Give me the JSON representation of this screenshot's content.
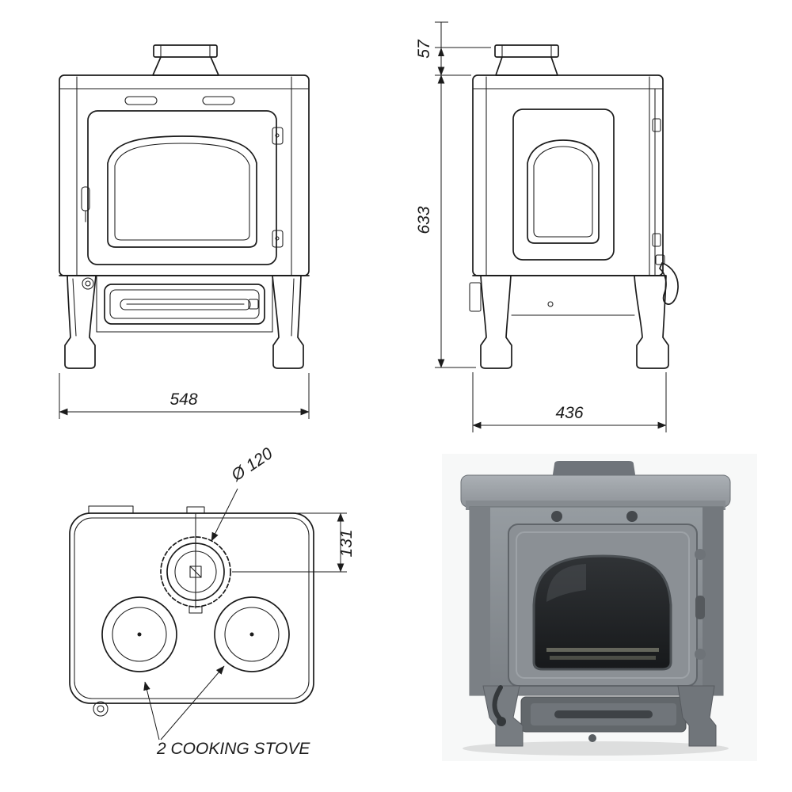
{
  "page": {
    "background": "#ffffff"
  },
  "drawing": {
    "front_view": {
      "width_dim": "548"
    },
    "side_view": {
      "flue_height_dim": "57",
      "height_dim": "633",
      "depth_dim": "436"
    },
    "top_view": {
      "flue_diameter_dim": "Ø 120",
      "flue_offset_dim": "131",
      "annotation": "2 COOKING STOVE"
    }
  },
  "colors": {
    "line": "#1b1b1b",
    "photo_body": "#8b9095",
    "photo_glass": "#1d1f21"
  }
}
